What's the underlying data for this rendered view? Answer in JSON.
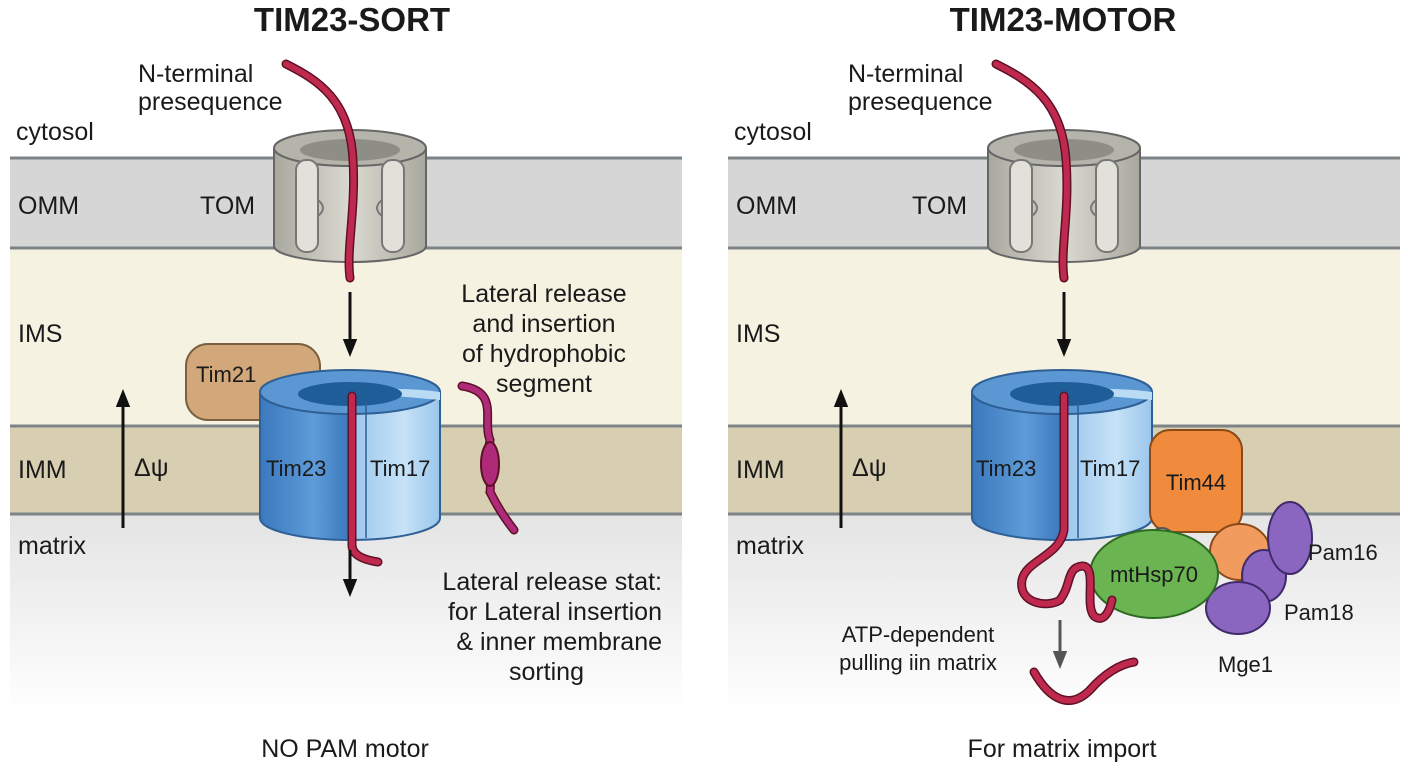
{
  "panels": {
    "left": {
      "title": "TIM23-SORT",
      "presequence_line1": "N-terminal",
      "presequence_line2": "presequence",
      "cytosol": "cytosol",
      "omm": "OMM",
      "ims": "IMS",
      "imm": "IMM",
      "matrix": "matrix",
      "tom": "TOM",
      "tim21": "Tim21",
      "tim23": "Tim23",
      "tim17": "Tim17",
      "delta_psi": "Δψ",
      "lateral_release": [
        "Lateral release",
        "and insertion",
        "of hydrophobic",
        "segment"
      ],
      "lateral_stat": [
        "Lateral release stat:",
        "for Lateral insertion",
        "& inner membrane",
        "sorting"
      ],
      "caption": "NO PAM motor"
    },
    "right": {
      "title": "TIM23-MOTOR",
      "presequence_line1": "N-terminal",
      "presequence_line2": "presequence",
      "cytosol": "cytosol",
      "omm": "OMM",
      "ims": "IMS",
      "imm": "IMM",
      "matrix": "matrix",
      "tom": "TOM",
      "tim23": "Tim23",
      "tim17": "Tim17",
      "tim44": "Tim44",
      "mthsp70": "mtHsp70",
      "pam16": "Pam16",
      "pam18": "Pam18",
      "mge1": "Mge1",
      "delta_psi": "Δψ",
      "atp_line1": "ATP-dependent",
      "atp_line2": "pulling iin matrix",
      "caption": "For matrix import"
    }
  },
  "colors": {
    "omm": "#d6d6d6",
    "ims": "#f6f2e2",
    "imm": "#d8ceb2",
    "tom": "#c9c8bf",
    "tim23": "#4f8ed0",
    "tim17": "#a9d0f0",
    "tim21": "#d2a77a",
    "tim44": "#f08a3c",
    "mthsp70": "#6ab552",
    "pam16": "#9067c2",
    "presequence": "#c0294e"
  }
}
